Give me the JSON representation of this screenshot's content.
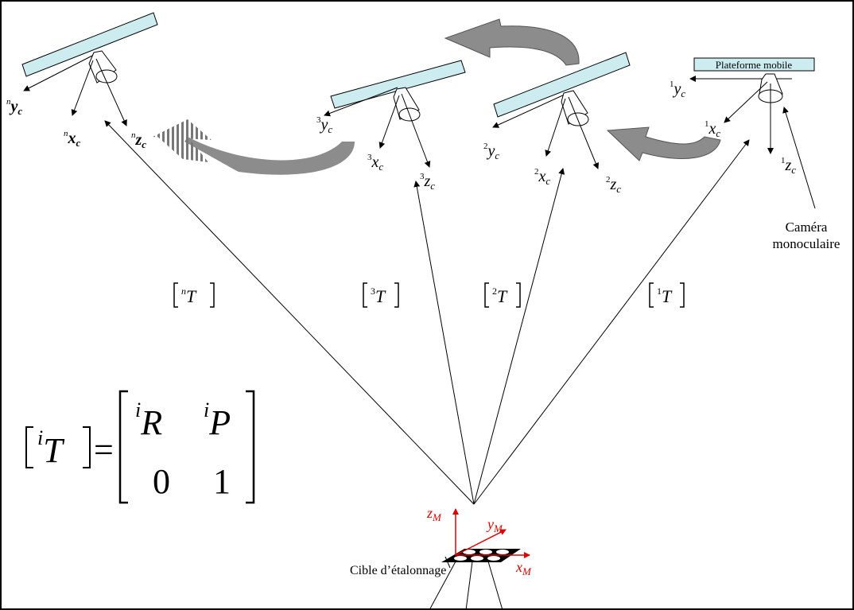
{
  "platform_label": "Plateforme mobile",
  "camera_label": [
    "Caméra",
    "monoculaire"
  ],
  "target_label": "Cible d’étalonnage",
  "poses": [
    {
      "id": "n",
      "x": "x",
      "y": "y",
      "z": "z",
      "sub": "c",
      "sup": "n",
      "T": "T"
    },
    {
      "id": "3",
      "x": "x",
      "y": "y",
      "z": "z",
      "sub": "c",
      "sup": "3",
      "T": "T"
    },
    {
      "id": "2",
      "x": "x",
      "y": "y",
      "z": "z",
      "sub": "c",
      "sup": "2",
      "T": "T"
    },
    {
      "id": "1",
      "x": "x",
      "y": "y",
      "z": "z",
      "sub": "c",
      "sup": "1",
      "T": "T"
    }
  ],
  "target_axes": {
    "x": "x",
    "y": "y",
    "z": "z",
    "sub": "M"
  },
  "formula": {
    "lhs_sup": "i",
    "lhs": "T",
    "eq": "=",
    "r11_sup": "i",
    "r11": "R",
    "r12_sup": "i",
    "r12": "P",
    "r21": "0",
    "r22": "1"
  },
  "colors": {
    "plate_fill": "#ccecf0",
    "axis_red": "#e00000",
    "arrow_gray": "#808080"
  }
}
